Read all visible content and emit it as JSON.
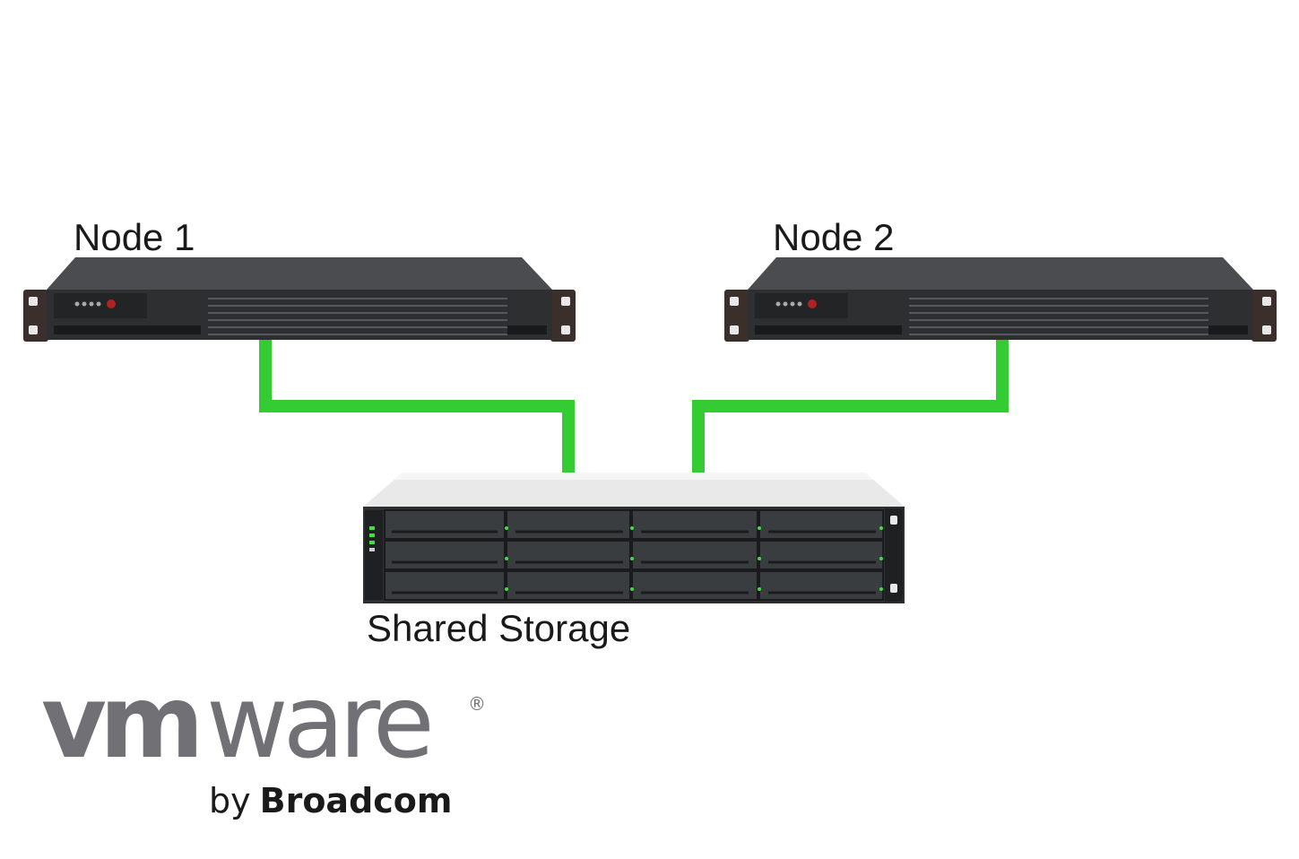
{
  "nodes": [
    {
      "label": "Node 1"
    },
    {
      "label": "Node 2"
    }
  ],
  "storage": {
    "label": "Shared Storage"
  },
  "logo": {
    "wordmark": "vmware",
    "registered": "®",
    "by": "by",
    "company": "Broadcom"
  },
  "colors": {
    "link": "#33cc33",
    "chassis": "#2d2f31",
    "bezel": "#3a3d40",
    "logo_gray": "#717074",
    "text": "#1a1a1a"
  },
  "icons": [
    "server-icon",
    "storage-array-icon"
  ]
}
